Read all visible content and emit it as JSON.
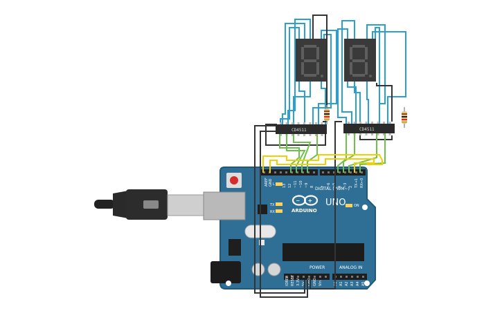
{
  "decoders": [
    {
      "part": "CD4511"
    },
    {
      "part": "CD4511"
    }
  ],
  "displays": [
    {
      "digit": "8."
    },
    {
      "digit": "8."
    }
  ],
  "arduino": {
    "brand": "ARDUINO",
    "model": "UNO",
    "on_label": "ON",
    "digital_label": "DIGITAL (PWM~)",
    "power_label": "POWER",
    "analog_label": "ANALOG IN",
    "l_label": "L",
    "tx_label": "TX",
    "rx_label": "RX",
    "aref_label": "AREF",
    "gnd_label": "GND",
    "digital_pins": [
      "13",
      "12",
      "~11",
      "~10",
      "~9",
      "8",
      "7",
      "~6",
      "~5",
      "4",
      "~3",
      "2",
      "TX→1",
      "RX←0"
    ],
    "power_pins": [
      "IOREF",
      "RESET",
      "3.3V",
      "5V",
      "GND",
      "GND",
      "Vin"
    ],
    "analog_pins": [
      "A0",
      "A1",
      "A2",
      "A3",
      "A4",
      "A5"
    ]
  },
  "colors": {
    "board": "#2f6f95",
    "board_edge": "#1f5878",
    "wire_blue": "#2a9fd6",
    "wire_green": "#6cc24a",
    "wire_yellow": "#f0d000",
    "wire_black": "#333333",
    "display_body": "#3a3a3a",
    "segment_off": "#5e5e5e",
    "chip": "#2b2b2b",
    "resistor": "#e0c48a",
    "header": "#1e1e1e"
  }
}
